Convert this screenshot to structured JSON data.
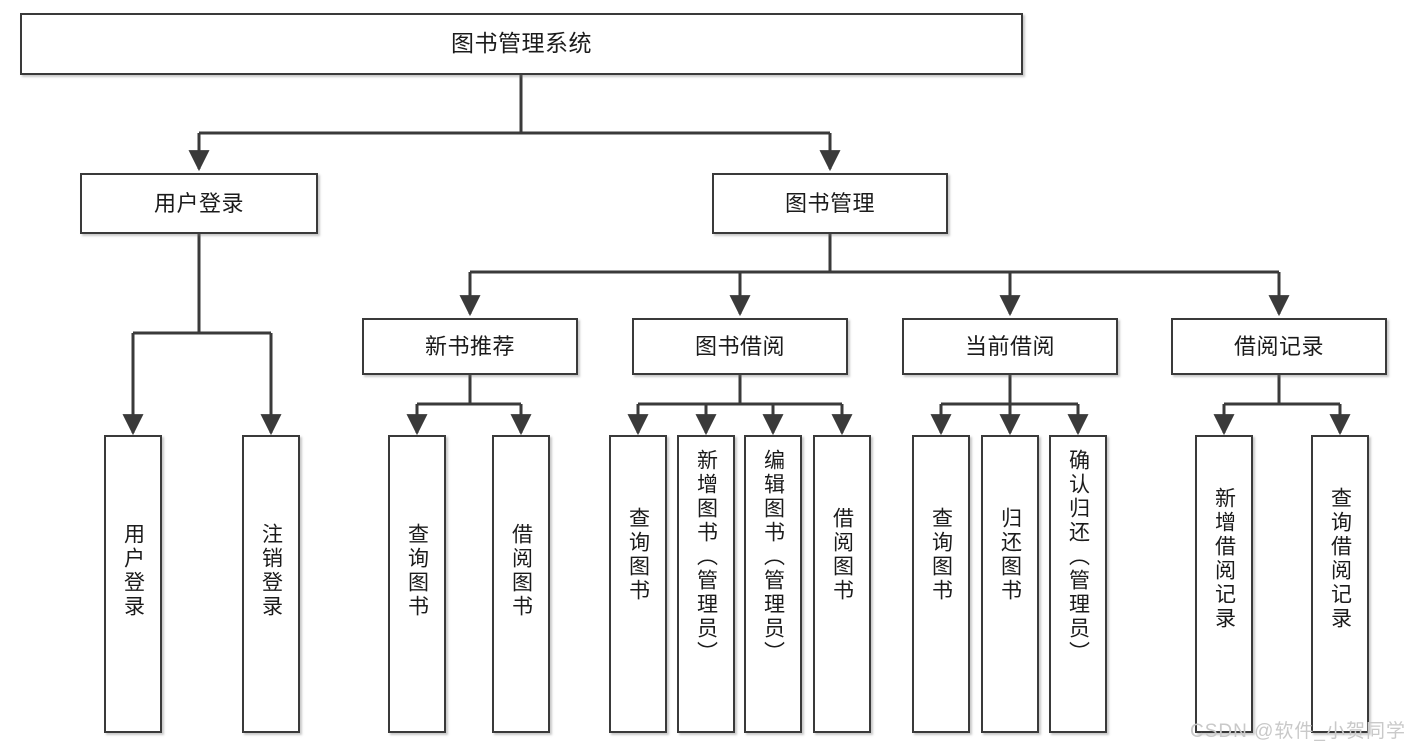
{
  "diagram": {
    "title": "图书管理系统",
    "type": "tree-hierarchy-chart",
    "watermark": "CSDN @软件_小贺同学",
    "colors": {
      "box_border": "#3a3a3a",
      "box_fill": "#ffffff",
      "connector": "#3a3a3a",
      "text": "#1b1b1b",
      "watermark": "#c9c9c9",
      "background": "#ffffff"
    },
    "nodes": {
      "root": {
        "label": "图书管理系统"
      },
      "tier1": [
        {
          "id": "user-login",
          "label": "用户登录"
        },
        {
          "id": "book-management",
          "label": "图书管理"
        }
      ],
      "tier2": [
        {
          "id": "new-book-recommend",
          "label": "新书推荐"
        },
        {
          "id": "book-borrow",
          "label": "图书借阅"
        },
        {
          "id": "current-borrow",
          "label": "当前借阅"
        },
        {
          "id": "borrow-record",
          "label": "借阅记录"
        }
      ],
      "leaves": {
        "user-login": [
          {
            "id": "leaf-user-login",
            "label": "用户登录"
          },
          {
            "id": "leaf-user-logout",
            "label": "注销登录"
          }
        ],
        "new-book-recommend": [
          {
            "id": "leaf-query-book-1",
            "label": "查询图书"
          },
          {
            "id": "leaf-borrow-book-1",
            "label": "借阅图书"
          }
        ],
        "book-borrow": [
          {
            "id": "leaf-query-book-2",
            "label": "查询图书"
          },
          {
            "id": "leaf-add-book",
            "label": "新增图书（管理员）"
          },
          {
            "id": "leaf-edit-book",
            "label": "编辑图书（管理员）"
          },
          {
            "id": "leaf-borrow-book-2",
            "label": "借阅图书"
          }
        ],
        "current-borrow": [
          {
            "id": "leaf-query-book-3",
            "label": "查询图书"
          },
          {
            "id": "leaf-return-book",
            "label": "归还图书"
          },
          {
            "id": "leaf-confirm-return",
            "label": "确认归还（管理员）"
          }
        ],
        "borrow-record": [
          {
            "id": "leaf-add-record",
            "label": "新增借阅记录"
          },
          {
            "id": "leaf-query-record",
            "label": "查询借阅记录"
          }
        ]
      }
    }
  }
}
